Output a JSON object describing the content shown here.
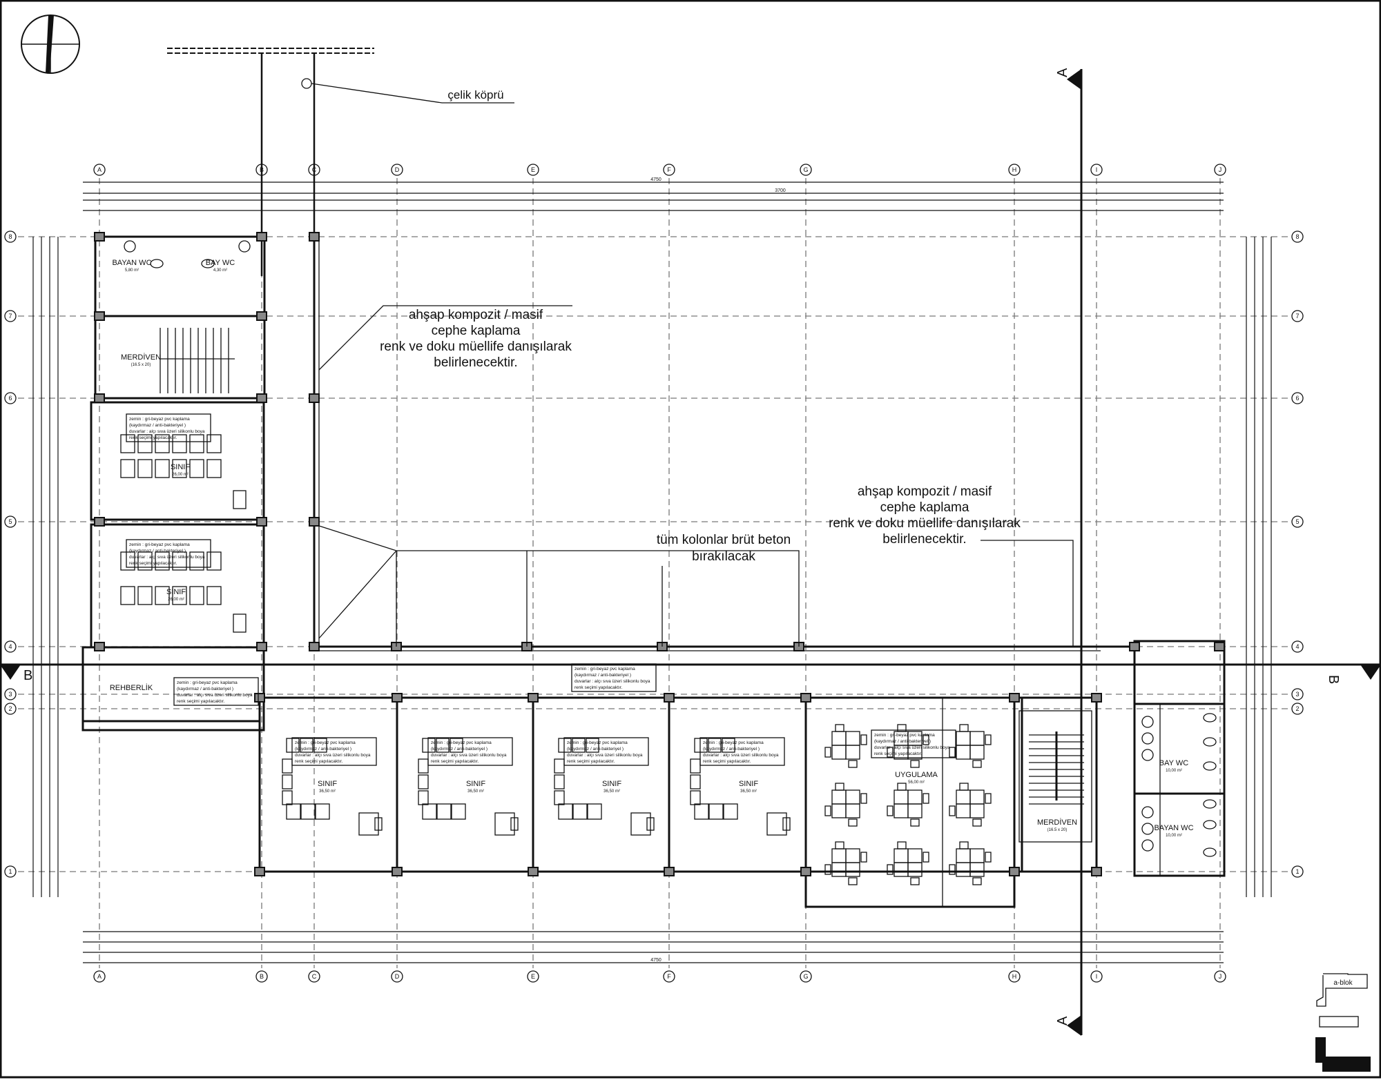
{
  "grid": {
    "columns": [
      "A",
      "B",
      "C",
      "D",
      "E",
      "F",
      "G",
      "H",
      "I",
      "J"
    ],
    "rows": [
      "8",
      "7",
      "6",
      "5",
      "4",
      "3",
      "2",
      "1"
    ]
  },
  "section_markers": {
    "vertical": "A",
    "horizontal": "B"
  },
  "dimensions": {
    "overall": "4750",
    "second": "3700"
  },
  "annotations": {
    "bridge": "çelik köprü",
    "cladding_1": [
      "ahşap kompozit / masif",
      "cephe kaplama",
      "renk ve doku müellife danışılarak",
      "belirlenecektir."
    ],
    "cladding_2": [
      "ahşap kompozit / masif",
      "cephe kaplama",
      "renk ve doku müellife danışılarak",
      "belirlenecektir."
    ],
    "columns_note": [
      "tüm kolonlar brüt beton",
      "bırakılacak"
    ]
  },
  "material_note": [
    "zemin :   gri-beyaz pvc kaplama",
    "(kaydırmaz / anti-bakteriyel )",
    "duvarlar : alçı sıva üzeri silikonlu boya",
    "renk seçimi yapılacaktır."
  ],
  "rooms": {
    "bayan_wc_top": {
      "name": "BAYAN WC",
      "area": "5,80 m²"
    },
    "bay_wc_top": {
      "name": "BAY WC",
      "area": "4,30 m²"
    },
    "stair_left": {
      "name": "MERDİVEN",
      "size": "(16.5 x 20)"
    },
    "sinif_1": {
      "name": "SINIF",
      "area": "26,00 m²"
    },
    "sinif_2": {
      "name": "SINIF",
      "area": "26,00 m²"
    },
    "rehberlik": {
      "name": "REHBERLİK"
    },
    "sinif_3": {
      "name": "SINIF",
      "area": "36,50 m²"
    },
    "sinif_4": {
      "name": "SINIF",
      "area": "36,50 m²"
    },
    "sinif_5": {
      "name": "SINIF",
      "area": "36,50 m²"
    },
    "sinif_6": {
      "name": "SINIF",
      "area": "36,50 m²"
    },
    "uygulama": {
      "name": "UYGULAMA",
      "area": "56,00 m²"
    },
    "stair_right": {
      "name": "MERDİVEN",
      "size": "(16.5 x 20)"
    },
    "bay_wc_right": {
      "name": "BAY WC",
      "area": "10,00 m²"
    },
    "bayan_wc_right": {
      "name": "BAYAN WC",
      "area": "10,00 m²"
    }
  },
  "key_plan": {
    "label": "a-blok"
  }
}
